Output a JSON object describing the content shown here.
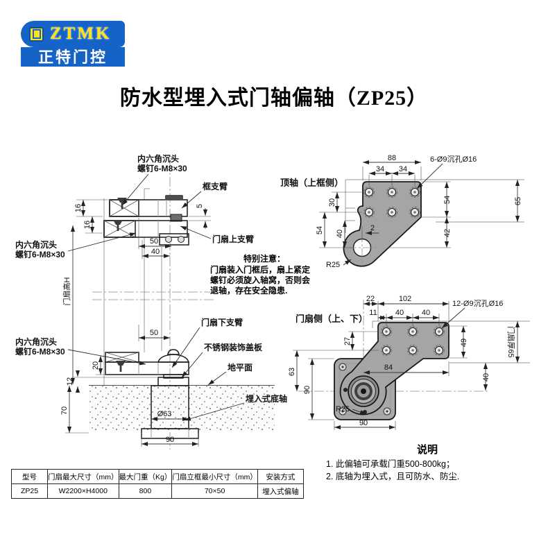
{
  "logo": {
    "brand": "ZTMK",
    "company": "正特门控"
  },
  "title": "防水型埋入式门轴偏轴（ZP25）",
  "assembly": {
    "screw_label_line1": "内六角沉头",
    "screw_label_line2": "螺钉6-M8×30",
    "frame_arm": "框支臂",
    "upper_arm": "门扇上支臂",
    "lower_arm": "门扇下支臂",
    "cover_plate": "不锈钢装饰盖板",
    "ground": "地平面",
    "bottom_axle": "埋入式底轴",
    "door_height": "门扇高H",
    "d16a": "16",
    "d16b": "16",
    "d5": "5",
    "d50_top": "50",
    "d40_top": "40",
    "d50_mid": "50",
    "d20": "20",
    "d12": "12",
    "d70": "70",
    "dia63": "Ø63",
    "d90": "90"
  },
  "note": {
    "title": "特别注意：",
    "line1": "门扇装入门框后，扇上紧定",
    "line2": "螺钉必须旋入轴窝，否则会",
    "line3": "退轴，存在安全隐患."
  },
  "top_axle": {
    "label": "顶轴（上框侧）",
    "hole_note": "6-Ø9沉孔Ø16",
    "d88": "88",
    "d34a": "34",
    "d34b": "34",
    "d30": "30",
    "d54_left": "54",
    "d40": "40",
    "d54_right": "54",
    "d42": "42",
    "d65": "65",
    "d2": "2",
    "r25": "R25"
  },
  "door_side": {
    "label": "门扇侧（上、下）",
    "hole_note": "12-Ø9沉孔Ø16",
    "door_thickness": "门扇厚65",
    "d22": "22",
    "d102": "102",
    "d11": "11",
    "d40a": "40",
    "d40b": "40",
    "d27": "27",
    "d63": "63",
    "d90_left": "90",
    "d84": "84",
    "d49": "49",
    "d40_right": "40",
    "d90_bottom": "90",
    "r25": "R25"
  },
  "explanation": {
    "title": "说明",
    "item1": "1. 此偏轴可承载门重500-800kg；",
    "item2": "2. 底轴为埋入式，且可防水、防尘."
  },
  "spec_table": {
    "headers": [
      "型号",
      "门扇最大尺寸（mm）",
      "最大门重（Kg）",
      "门扇立框最小尺寸（mm）",
      "安装方式"
    ],
    "row": [
      "ZP25",
      "W2200×H4000",
      "800",
      "70×50",
      "埋入式偏轴"
    ]
  }
}
